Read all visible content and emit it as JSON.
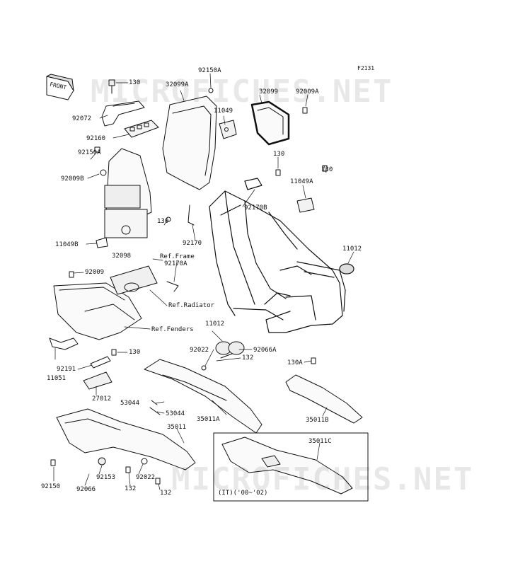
{
  "diagram": {
    "figure_code": "F2131",
    "front_badge": "FRONT",
    "watermark": "MICROFICHES.NET",
    "variant_note": "(IT)('00~'02)",
    "parts": [
      {
        "id": "130"
      },
      {
        "id": "92072"
      },
      {
        "id": "92160"
      },
      {
        "id": "92150A"
      },
      {
        "id": "32099A"
      },
      {
        "id": "11049"
      },
      {
        "id": "32099"
      },
      {
        "id": "92009A"
      },
      {
        "id": "92009B"
      },
      {
        "id": "11049A"
      },
      {
        "id": "92170B"
      },
      {
        "id": "11049B"
      },
      {
        "id": "32098"
      },
      {
        "id": "92170"
      },
      {
        "id": "92170A"
      },
      {
        "id": "11012"
      },
      {
        "id": "92009"
      },
      {
        "id": "11051"
      },
      {
        "id": "92191"
      },
      {
        "id": "27012"
      },
      {
        "id": "92022"
      },
      {
        "id": "92066A"
      },
      {
        "id": "132"
      },
      {
        "id": "130A"
      },
      {
        "id": "53044"
      },
      {
        "id": "35011A"
      },
      {
        "id": "35011B"
      },
      {
        "id": "35011"
      },
      {
        "id": "35011C"
      },
      {
        "id": "92150"
      },
      {
        "id": "92153"
      },
      {
        "id": "92066"
      }
    ],
    "references": [
      "Ref.Frame",
      "Ref.Radiator",
      "Ref.Fenders"
    ]
  }
}
